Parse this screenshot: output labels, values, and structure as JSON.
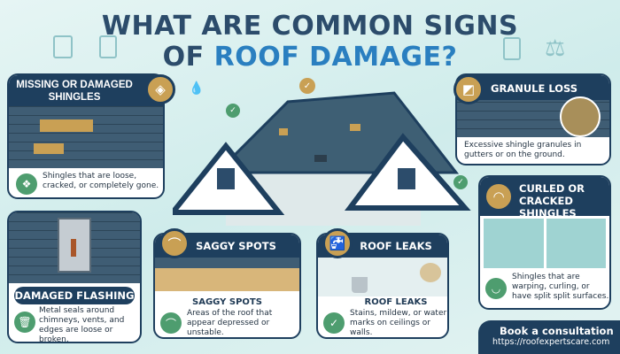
{
  "title": {
    "line1": "WHAT ARE COMMON SIGNS",
    "line2_prefix": "OF",
    "line2_highlight": "ROOF DAMAGE?"
  },
  "cards": {
    "missing": {
      "title": "MISSING OR DAMAGED SHINGLES",
      "desc": "Shingles that are loose, cracked, or completely gone.",
      "icon": "torn-shingle-icon"
    },
    "flashing": {
      "title": "DAMAGED FLASHING",
      "desc": "Metal seals around chimneys, vents, and edges are loose or broken.",
      "icon": "trash-can-icon"
    },
    "saggy": {
      "title": "SAGGY SPOTS",
      "subtitle": "SAGGY SPOTS",
      "desc": "Areas of the roof that appear depressed or unstable.",
      "icon": "arch-icon"
    },
    "leaks": {
      "title": "ROOF LEAKS",
      "subtitle": "ROOF LEAKS",
      "desc": "Stains, mildew, or water marks on ceilings or walls.",
      "icon": "faucet-icon"
    },
    "granule": {
      "title": "GRANULE LOSS",
      "desc": "Excessive shingle granules in gutters or on the ground.",
      "icon": "granule-shingle-icon"
    },
    "curled": {
      "title": "CURLED OR CRACKED SHINGLES",
      "desc": "Shingles that are warping, curling, or have split split surfaces.",
      "icon": "curled-shingle-icon"
    }
  },
  "cta": {
    "label": "Book a consultation",
    "url": "https://roofexpertscare.com"
  },
  "colors": {
    "navy": "#1e3f5e",
    "accent_blue": "#2a7fc0",
    "gold": "#c9a054",
    "green": "#4e9d6f",
    "background": "#d6efee"
  }
}
